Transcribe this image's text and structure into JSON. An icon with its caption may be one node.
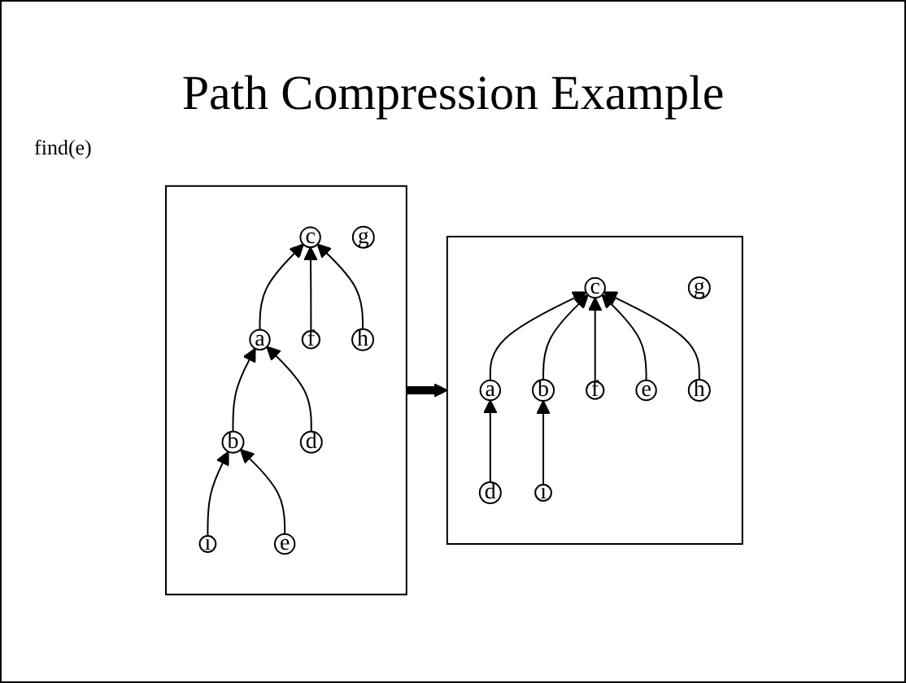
{
  "diagram": {
    "title": "Path Compression Example",
    "nodes": [
      {
        "text": [],
        "shape": "box"
      },
      {
        "text": [
          "c"
        ],
        "in": 0
      },
      {
        "text": [
          "g"
        ],
        "in": 0
      },
      {
        "text": [
          "a"
        ],
        "in": 0
      },
      {
        "text": [
          "f"
        ],
        "in": 0
      },
      {
        "text": [
          "h"
        ],
        "in": 0
      },
      {
        "text": [
          "b"
        ],
        "in": 0
      },
      {
        "text": [
          "d"
        ],
        "in": 0
      },
      {
        "text": [
          "i"
        ],
        "in": 0
      },
      {
        "text": [
          "e"
        ],
        "in": 0
      },
      {
        "text": [],
        "shape": "box"
      },
      {
        "text": [
          "c"
        ],
        "in": 10
      },
      {
        "text": [
          "g"
        ],
        "in": 10
      },
      {
        "text": [
          "a"
        ],
        "in": 10
      },
      {
        "text": [
          "f"
        ],
        "in": 10
      },
      {
        "text": [
          "h"
        ],
        "in": 10
      },
      {
        "text": [
          "b"
        ],
        "in": 10
      },
      {
        "text": [
          "e"
        ],
        "in": 10
      },
      {
        "text": [
          "d"
        ],
        "in": 10
      },
      {
        "text": [
          "i"
        ],
        "in": 10
      }
    ],
    "edges": [
      {
        "from": 3,
        "to": 1,
        "arrow": "to"
      },
      {
        "from": 4,
        "to": 1,
        "arrow": "to"
      },
      {
        "from": 5,
        "to": 1,
        "arrow": "to"
      },
      {
        "from": 6,
        "to": 3,
        "arrow": "to"
      },
      {
        "from": 7,
        "to": 3,
        "arrow": "to"
      },
      {
        "from": 8,
        "to": 6,
        "arrow": "to"
      },
      {
        "from": 9,
        "to": 6,
        "arrow": "to"
      },
      {
        "from": 0,
        "to": 10,
        "arrow": "to",
        "style": "thick"
      },
      {
        "from": 13,
        "to": 11,
        "arrow": "to"
      },
      {
        "from": 16,
        "to": 11,
        "arrow": "to"
      },
      {
        "from": 14,
        "to": 11,
        "arrow": "to"
      },
      {
        "from": 17,
        "to": 11,
        "arrow": "to"
      },
      {
        "from": 15,
        "to": 11,
        "arrow": "to"
      },
      {
        "from": 18,
        "to": 13,
        "arrow": "to"
      },
      {
        "from": 19,
        "to": 16,
        "arrow": "to"
      }
    ],
    "labels": [
      "find(e)"
    ]
  }
}
